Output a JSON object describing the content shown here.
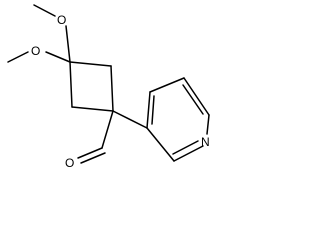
{
  "molecule": {
    "atoms": {
      "o_upper": "O",
      "o_left": "O",
      "n_pyridine": "N",
      "o_aldehyde": "O"
    }
  }
}
